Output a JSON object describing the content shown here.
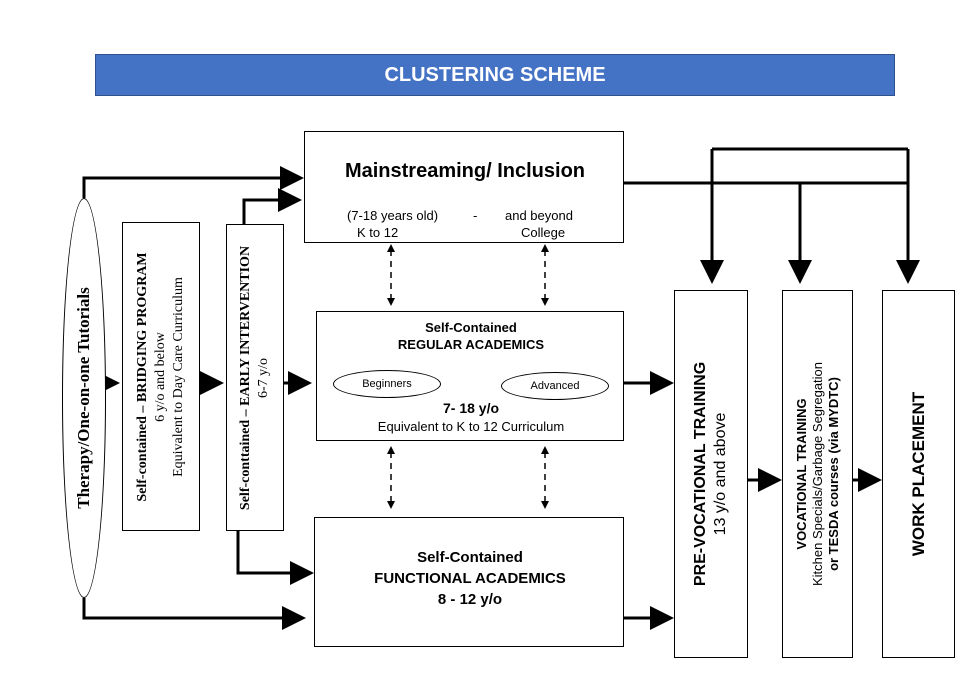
{
  "title": "CLUSTERING SCHEME",
  "therapy": "Therapy/One-on-one Tutorials",
  "bridging": {
    "title": "Self-contained – BRIDGING PROGRAM",
    "age": "6 y/o and below",
    "curriculum": "Equivalent to Day Care Curriculum"
  },
  "early": {
    "title": "Self-conttained – EARLY INTERVENTION",
    "age": "6-7 y/o"
  },
  "mainstream": {
    "title": "Mainstreaming/ Inclusion",
    "age_left": "(7-18 years old)",
    "dash": "-",
    "age_right": "and beyond",
    "level_left": "K to 12",
    "level_right": "College"
  },
  "regular": {
    "title1": "Self-Contained",
    "title2": "REGULAR ACADEMICS",
    "beginners": "Beginners",
    "advanced": "Advanced",
    "age": "7- 18 y/o",
    "curriculum": "Equivalent to K to 12 Curriculum"
  },
  "functional": {
    "title1": "Self-Contained",
    "title2": "FUNCTIONAL ACADEMICS",
    "age": "8 - 12 y/o"
  },
  "prevoc": {
    "title": "PRE-VOCATIONAL TRAINING",
    "age": "13 y/o and above"
  },
  "voc": {
    "title": "VOCATIONAL TRAINING",
    "line2": "Kitchen Specials/Garbage Segregation",
    "line3": "or TESDA courses (via MYDTC)"
  },
  "work": "WORK PLACEMENT"
}
